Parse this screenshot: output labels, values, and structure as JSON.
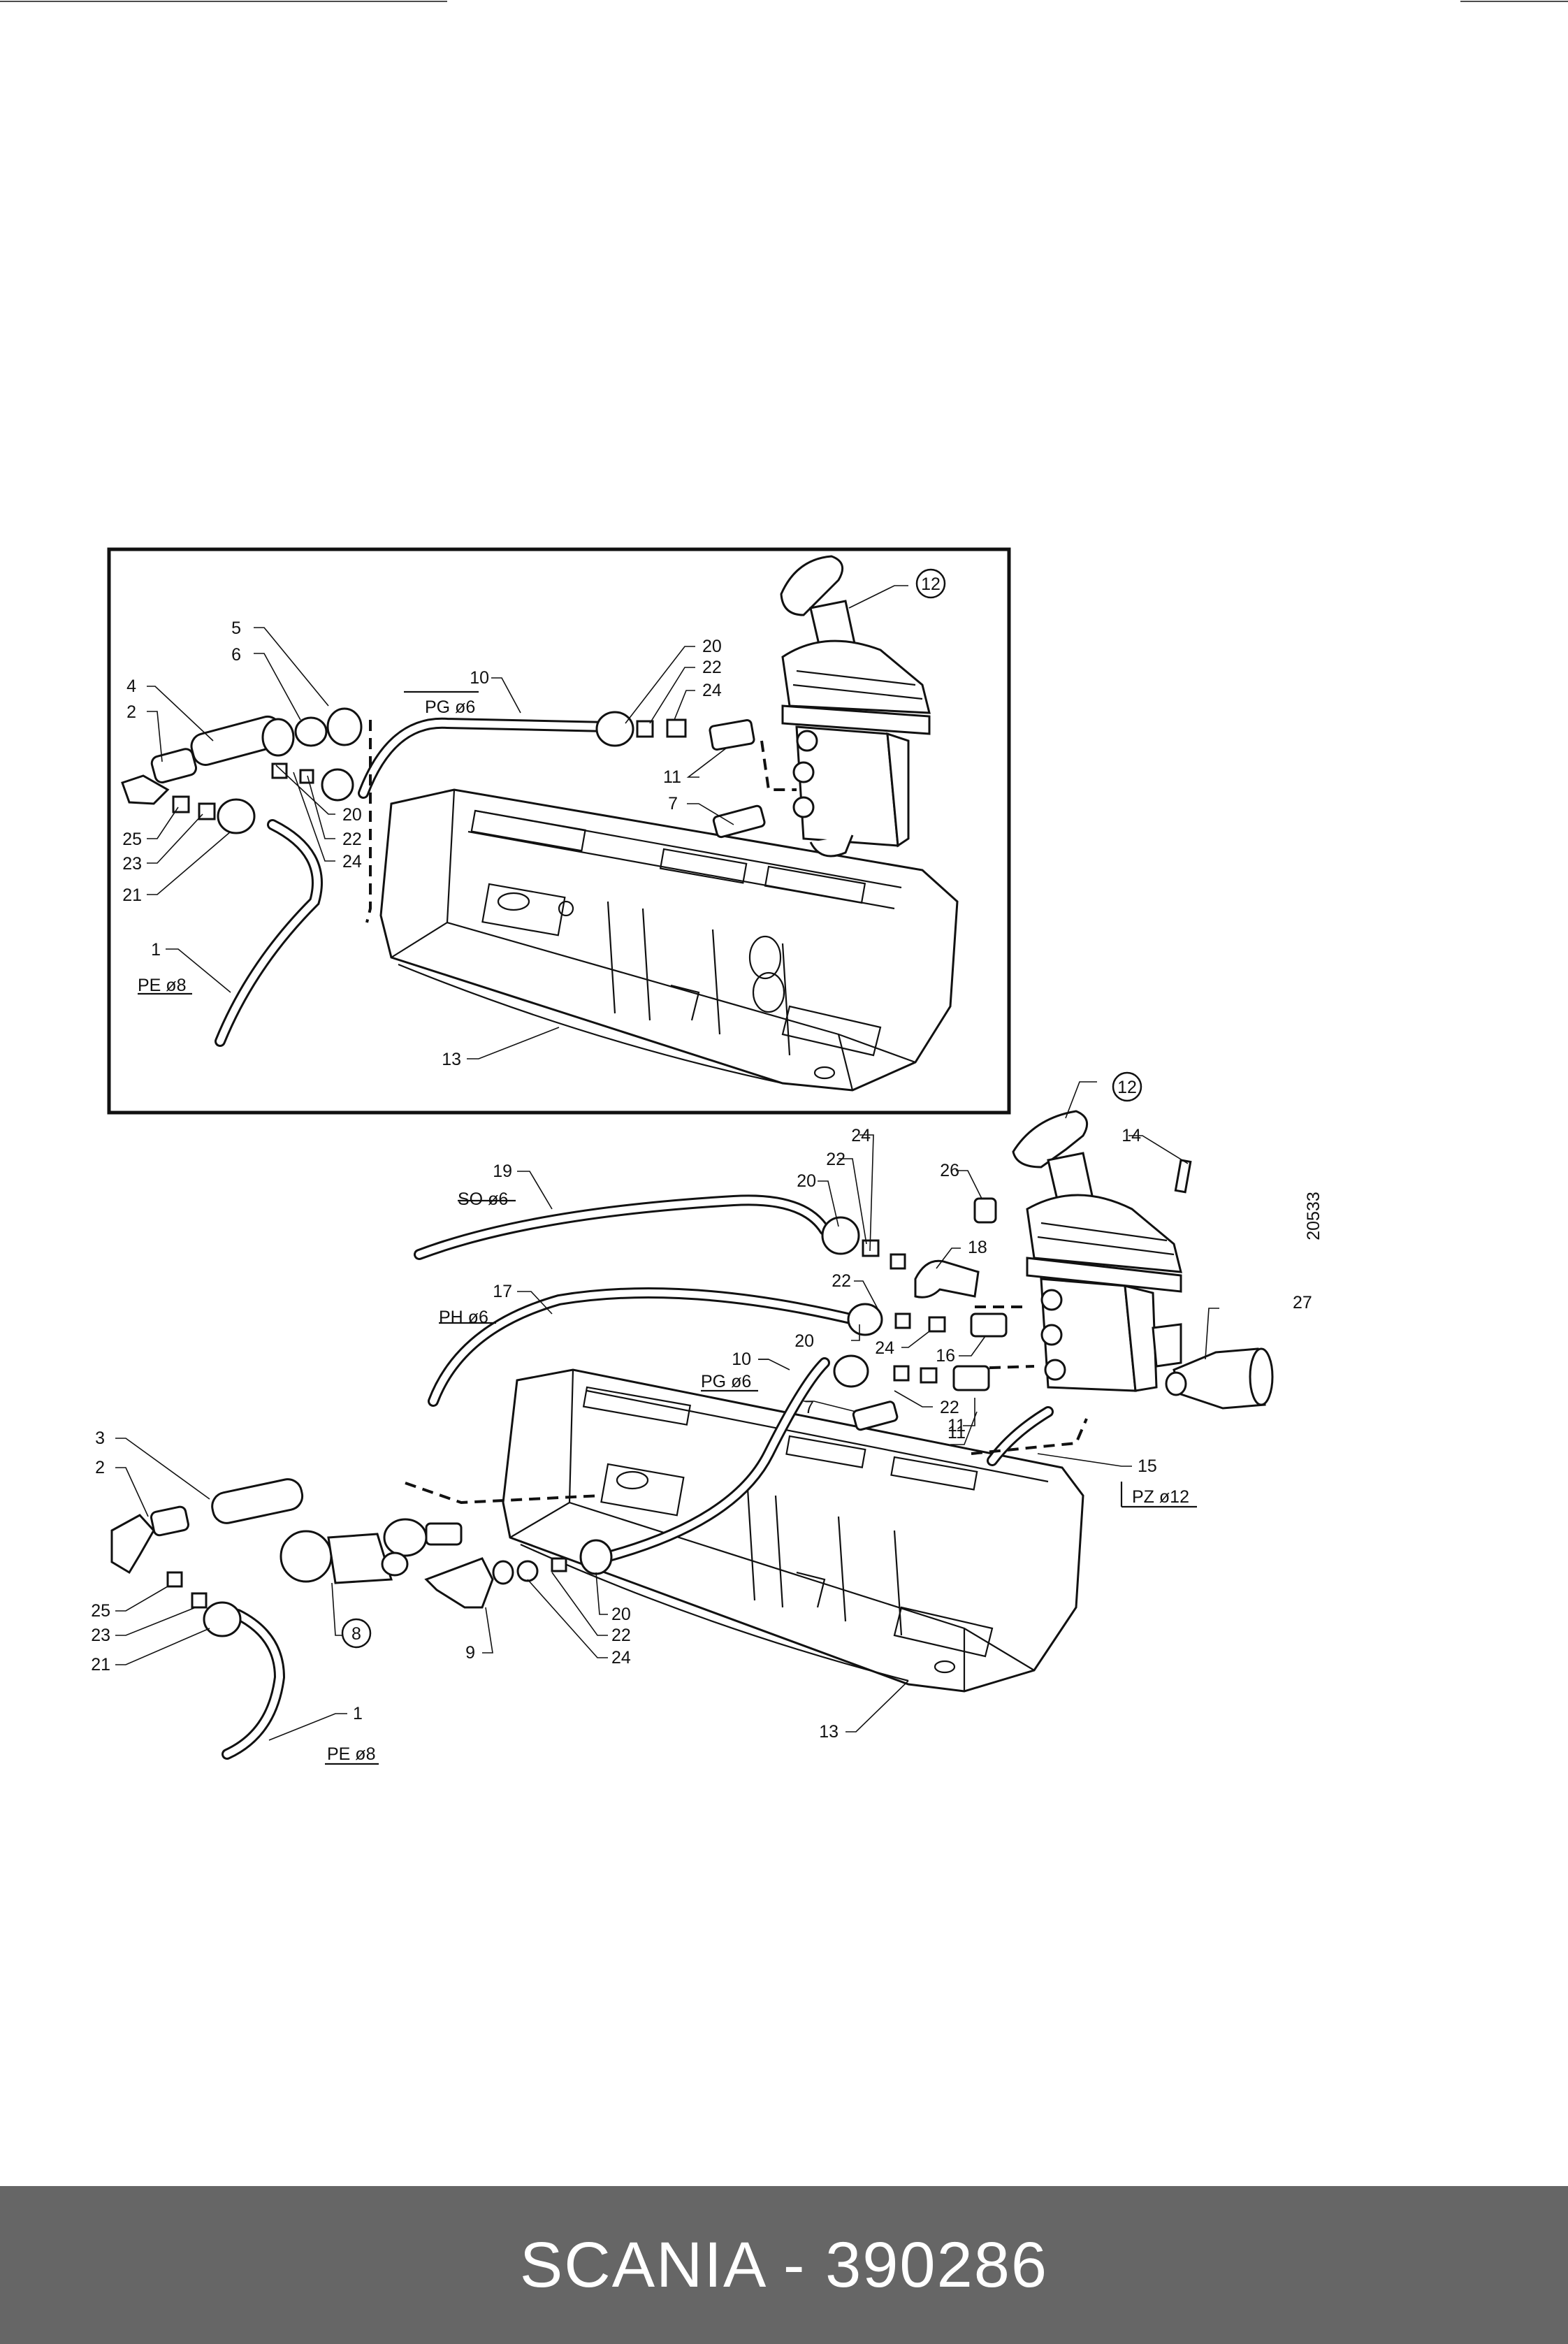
{
  "drawing_number": "20533",
  "footer": {
    "title": "SCANIA - 390286"
  },
  "top_view": {
    "labels": {
      "l1": "1",
      "l2": "2",
      "l4": "4",
      "l5": "5",
      "l6": "6",
      "l7": "7",
      "l10": "10",
      "l11": "11",
      "l12": "12",
      "l13": "13",
      "l20a": "20",
      "l22a": "22",
      "l24a": "24",
      "l20b": "20",
      "l22b": "22",
      "l24b": "24",
      "l21": "21",
      "l23": "23",
      "l25": "25"
    },
    "specs": {
      "pe8": "PE ø8",
      "pg6": "PG ø6"
    }
  },
  "bottom_view": {
    "labels": {
      "l1": "1",
      "l2": "2",
      "l3": "3",
      "l7": "7",
      "l8": "8",
      "l9": "9",
      "l10": "10",
      "l11a": "11",
      "l11b": "11",
      "l12": "12",
      "l13": "13",
      "l14": "14",
      "l15": "15",
      "l16": "16",
      "l17": "17",
      "l18": "18",
      "l19": "19",
      "l20a": "20",
      "l20b": "20",
      "l20c": "20",
      "l21": "21",
      "l22a": "22",
      "l22b": "22",
      "l22c": "22",
      "l22d": "22",
      "l23": "23",
      "l24a": "24",
      "l24b": "24",
      "l24c": "24",
      "l25": "25",
      "l26": "26",
      "l27": "27"
    },
    "specs": {
      "so6": "SO ø6",
      "ph6": "PH ø6",
      "pg6": "PG ø6",
      "pz12": "PZ ø12",
      "pe8": "PE ø8"
    }
  }
}
